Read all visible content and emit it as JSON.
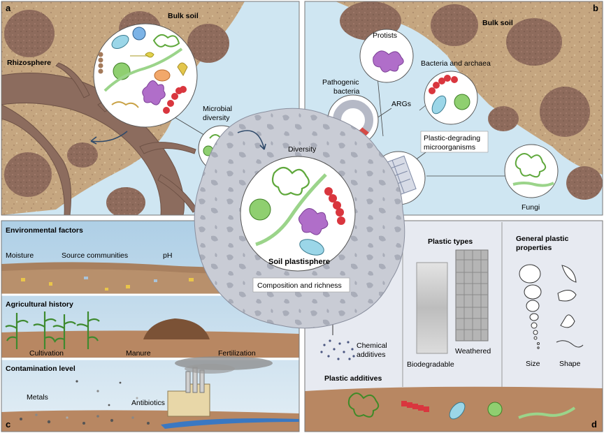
{
  "panel_a": {
    "letter": "a",
    "bulk_soil": "Bulk soil",
    "rhizosphere": "Rhizosphere",
    "microbial_diversity": [
      "Microbial",
      "diversity"
    ]
  },
  "panel_b": {
    "letter": "b",
    "bulk_soil": "Bulk soil",
    "protists": "Protists",
    "pathogenic_bacteria": [
      "Pathogenic",
      "bacteria"
    ],
    "bacteria_archaea": "Bacteria and archaea",
    "args": "ARGs",
    "plastic_degrading": [
      "Plastic-degrading",
      "microorganisms"
    ],
    "fungi": "Fungi"
  },
  "center": {
    "diversity": "Diversity",
    "soil_plastisphere": "Soil plastisphere",
    "composition": "Composition and richness"
  },
  "panel_c": {
    "letter": "c",
    "env_title": "Environmental factors",
    "moisture": "Moisture",
    "source_communities": "Source communities",
    "ph": "pH",
    "agri_title": "Agricultural history",
    "cultivation": "Cultivation",
    "manure": "Manure",
    "fertilization": "Fertilization",
    "contam_title": "Contamination level",
    "metals": "Metals",
    "antibiotics": "Antibiotics"
  },
  "panel_d": {
    "letter": "d",
    "chemical_additives": [
      "Chemical",
      "additives"
    ],
    "plastic_additives": "Plastic additives",
    "plastic_types": "Plastic types",
    "biodegradable": "Biodegradable",
    "weathered": "Weathered",
    "general_props": [
      "General plastic",
      "properties"
    ],
    "size": "Size",
    "shape": "Shape"
  },
  "colors": {
    "soil": "#c4a57f",
    "sky": "#cfe6f2",
    "root": "#8a6a5c",
    "plastisphere": "#c8cbd3",
    "red": "#d9363e",
    "green": "#5fa83c"
  }
}
